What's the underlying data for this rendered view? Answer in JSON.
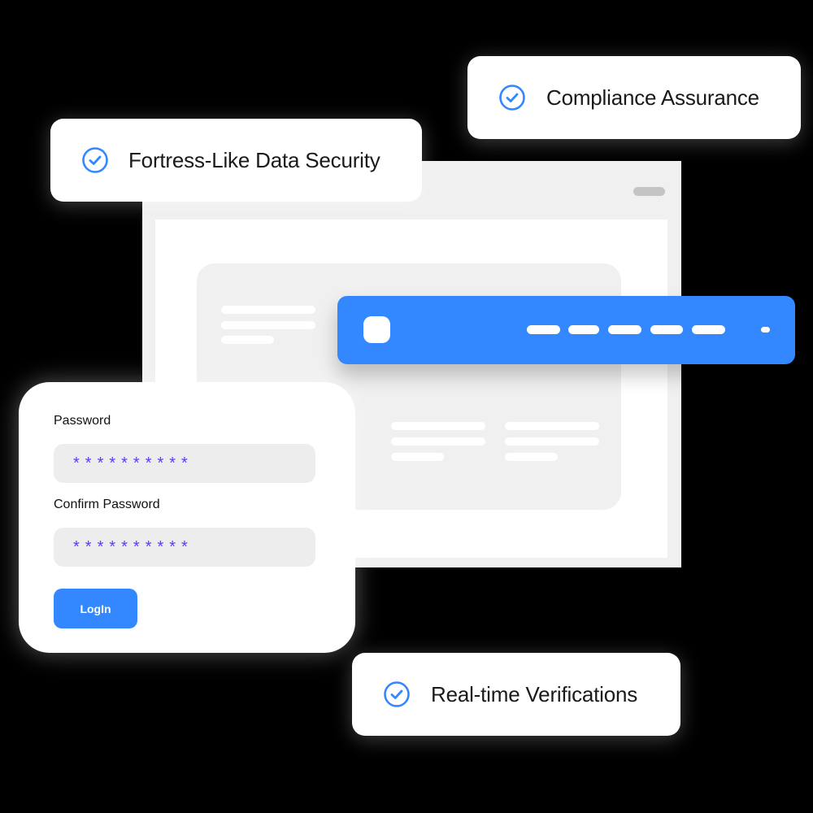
{
  "colors": {
    "accent": "#3388ff",
    "password_mask": "#5a3cff",
    "background": "#000000"
  },
  "badges": {
    "compliance": {
      "label": "Compliance Assurance",
      "icon": "check-circle-icon"
    },
    "security": {
      "label": "Fortress-Like Data Security",
      "icon": "check-circle-icon"
    },
    "verification": {
      "label": "Real-time Verifications",
      "icon": "check-circle-icon"
    }
  },
  "login_form": {
    "password_label": "Password",
    "password_value": "**********",
    "confirm_label": "Confirm Password",
    "confirm_value": "**********",
    "submit_label": "LogIn"
  }
}
